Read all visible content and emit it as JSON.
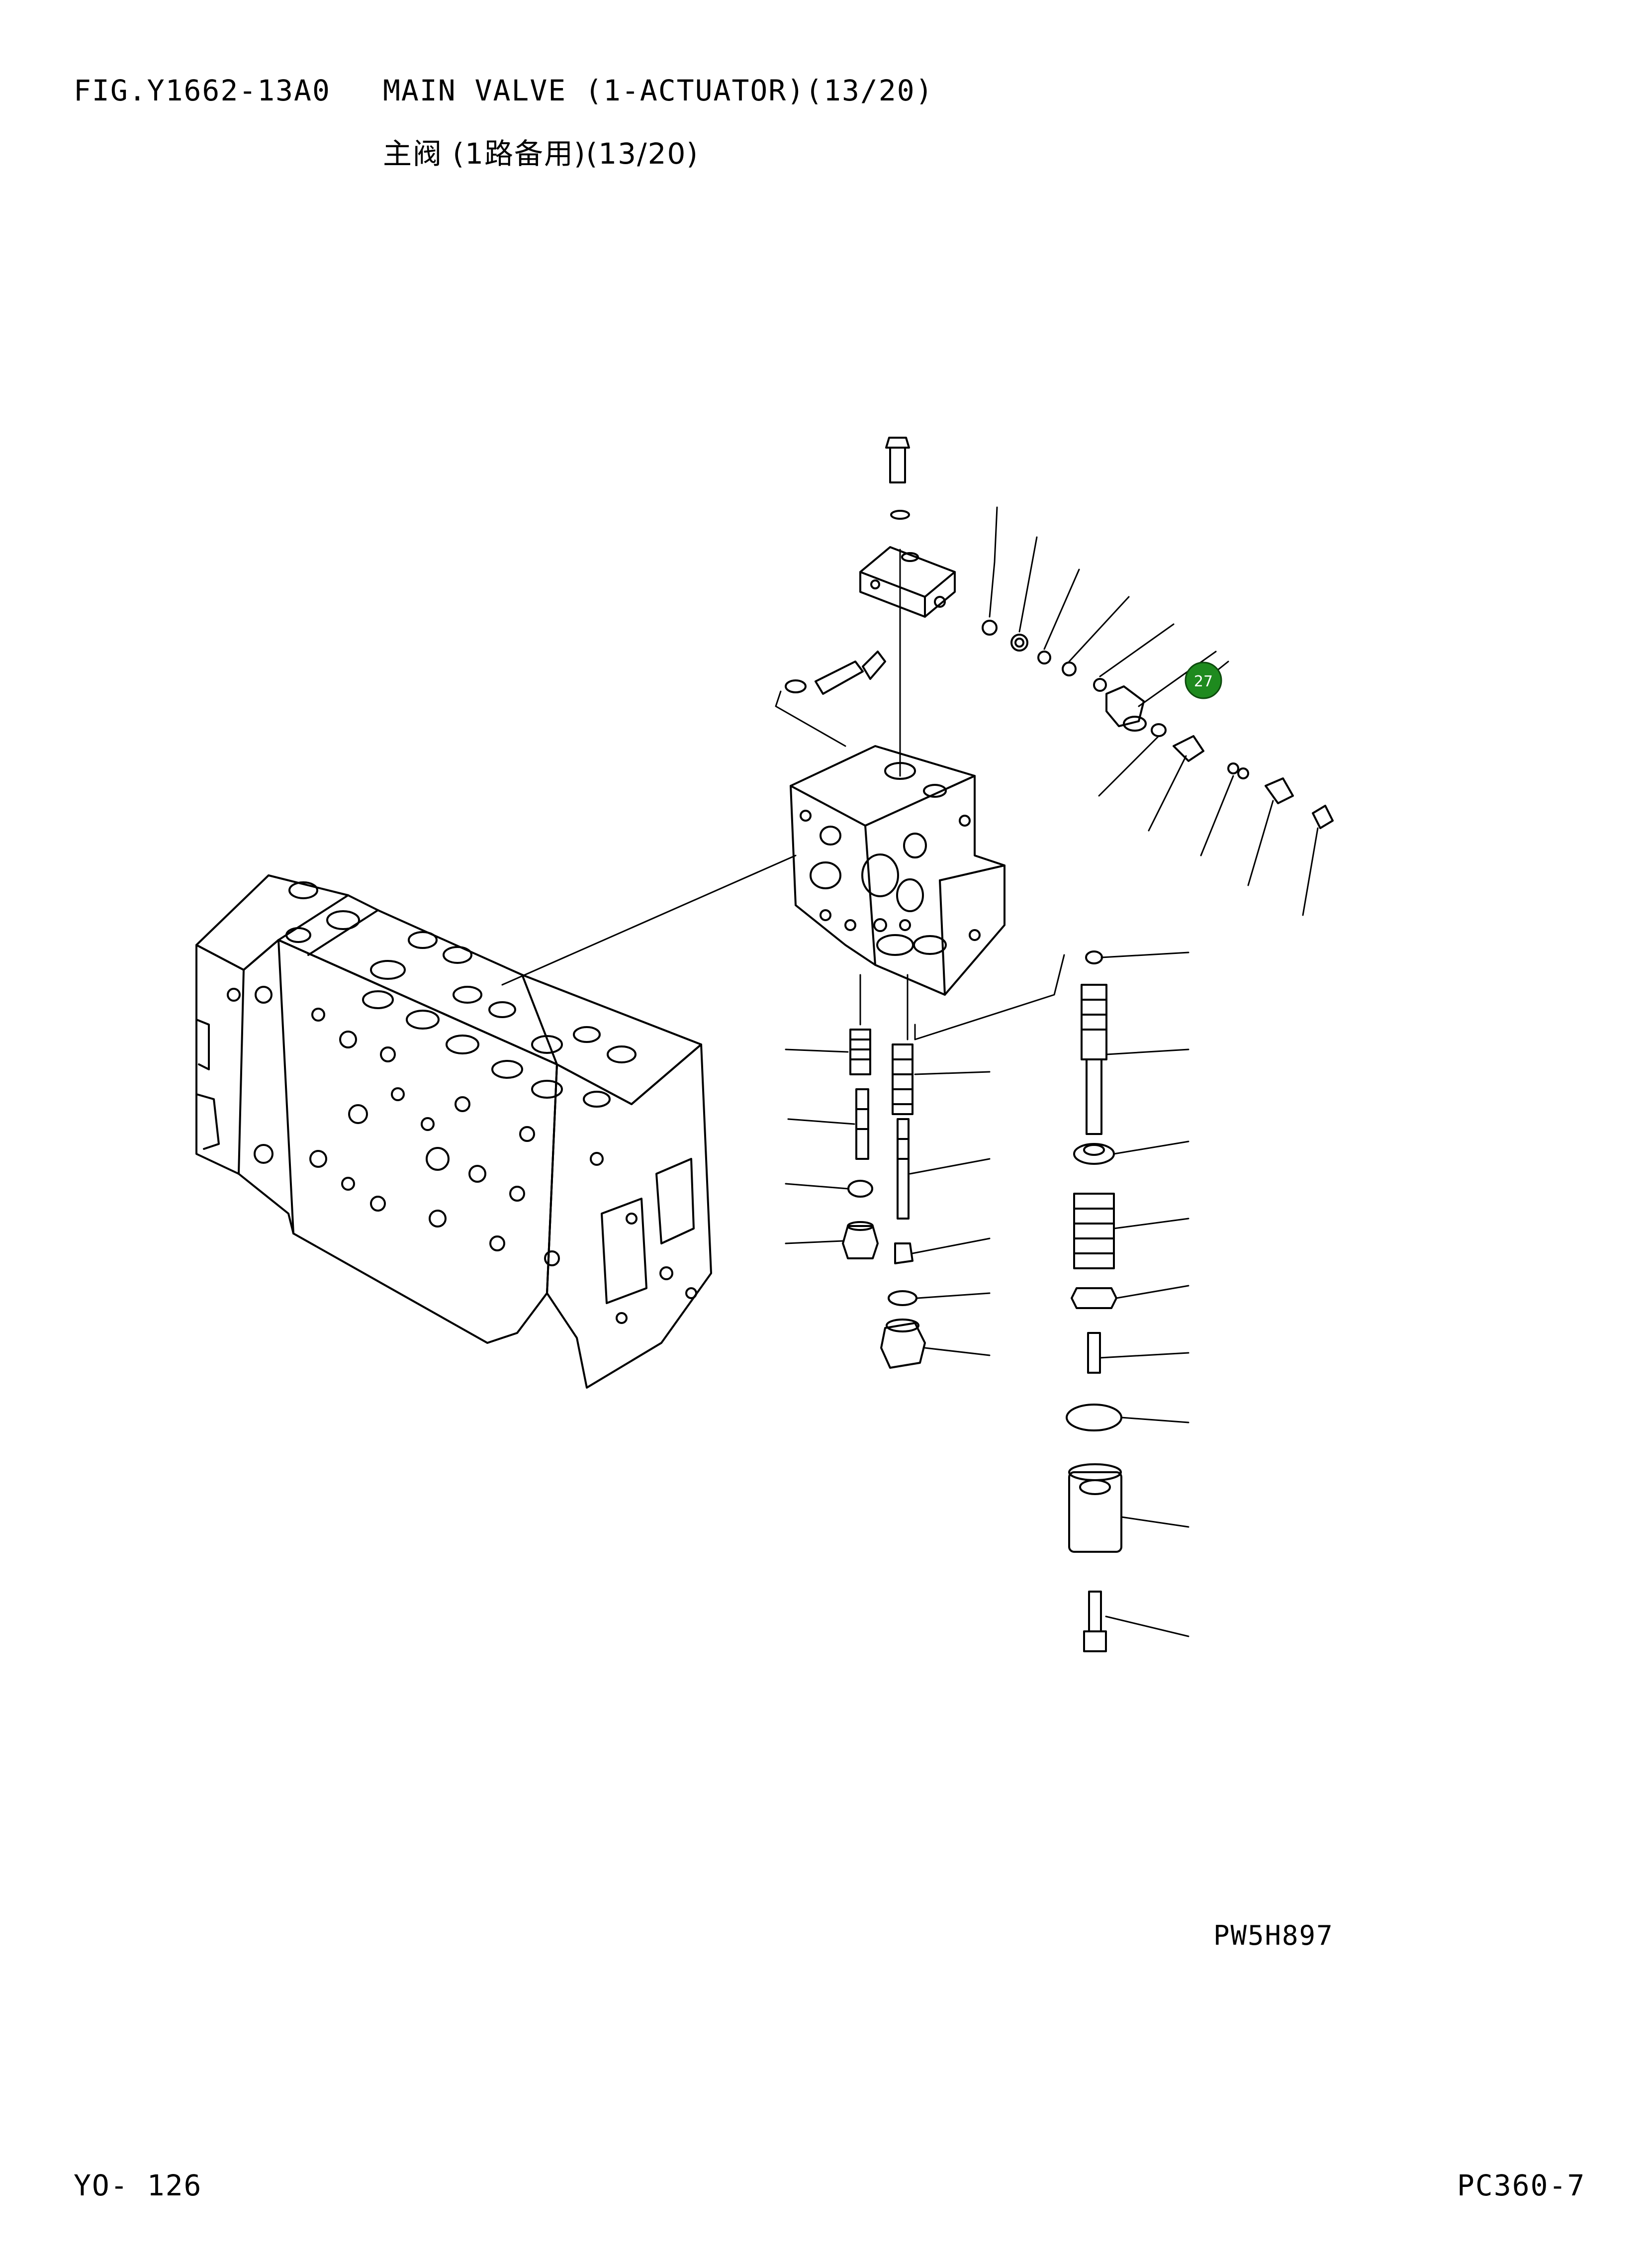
{
  "header": {
    "fig_code": "FIG.Y1662-13A0",
    "title_en": "MAIN VALVE (1-ACTUATOR)(13/20)",
    "title_cn": "主阀 (1路备用)(13/20)"
  },
  "diagram": {
    "callouts": [
      {
        "label": "27",
        "color": "#1e8a1e"
      }
    ],
    "drawing_code": "PW5H897"
  },
  "footer": {
    "page_number": "YO- 126",
    "model_code": "PC360-7"
  }
}
